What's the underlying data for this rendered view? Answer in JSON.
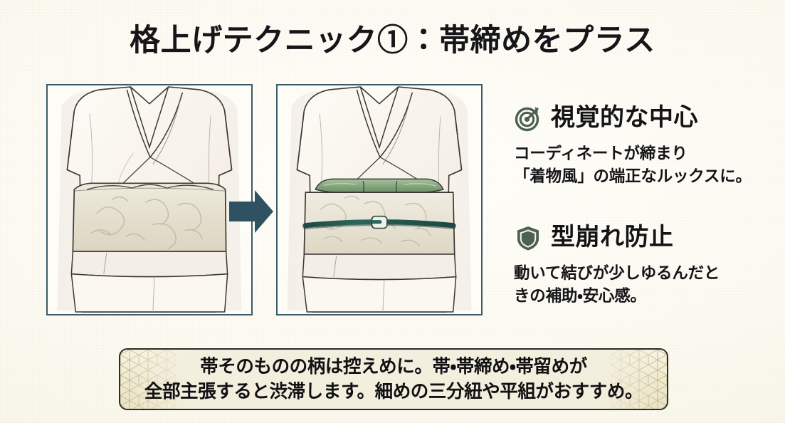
{
  "slide": {
    "title": "格上げテクニック①：帯締めをプラス",
    "background_color": "#fbf9f0"
  },
  "comparison": {
    "before": {
      "caption": "",
      "alt": "帯締めなしの着姿イラスト",
      "obi_color": "#e6e1d2",
      "has_obijime": false
    },
    "arrow": {
      "icon": "arrow-right-icon",
      "color": "#2f5262"
    },
    "after": {
      "caption": "",
      "alt": "帯締めをプラスした着姿イラスト",
      "obi_color": "#eae5d6",
      "obiage_color": "#8ba882",
      "obijime_color": "#24534f",
      "has_obijime": true
    },
    "panel_border_color": "#3b5b68"
  },
  "points": [
    {
      "icon": "target-icon",
      "icon_color": "#4c6150",
      "title": "視覚的な中心",
      "body": "コーディネートが締まり\n「着物風」の端正なルックスに。"
    },
    {
      "icon": "shield-icon",
      "icon_color": "#4c6150",
      "title": "型崩れ防止",
      "body": "動いて結びが少しゆるんだと\nきの補助・安心感。"
    }
  ],
  "banner": {
    "line1": "帯そのものの柄は控えめに。帯・帯締め・帯留めが",
    "line2": "全部主張すると渋滞します。細めの三分紐や平組がおすすめ。",
    "pattern": "asanoha-pattern",
    "background_color": "#efe9d0",
    "border_color": "#2c2c26"
  }
}
